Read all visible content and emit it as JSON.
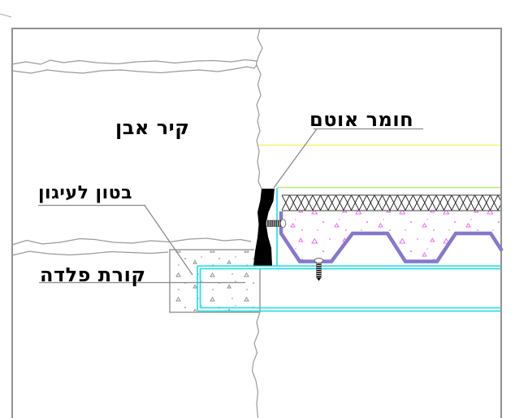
{
  "drawing": {
    "labels": {
      "stone_wall": "קיר אבן",
      "sealant": "חומר אוטם",
      "anchor_concrete": "בטון לעיגון",
      "steel_beam": "קורת פלדה"
    },
    "colors": {
      "deck_purple": "#8677cf",
      "beam_cyan": "#14dfe8",
      "finish_yellow": "#f6f66a",
      "finish_green": "#b5ed74",
      "speckle_pink": "#ee6bee",
      "speckle_gray": "#8a8a8a",
      "line_gray": "#919191",
      "break_line_gray": "#9a9a9a",
      "leader_gray": "#8a8a8a",
      "sealant_black": "#000000"
    }
  }
}
